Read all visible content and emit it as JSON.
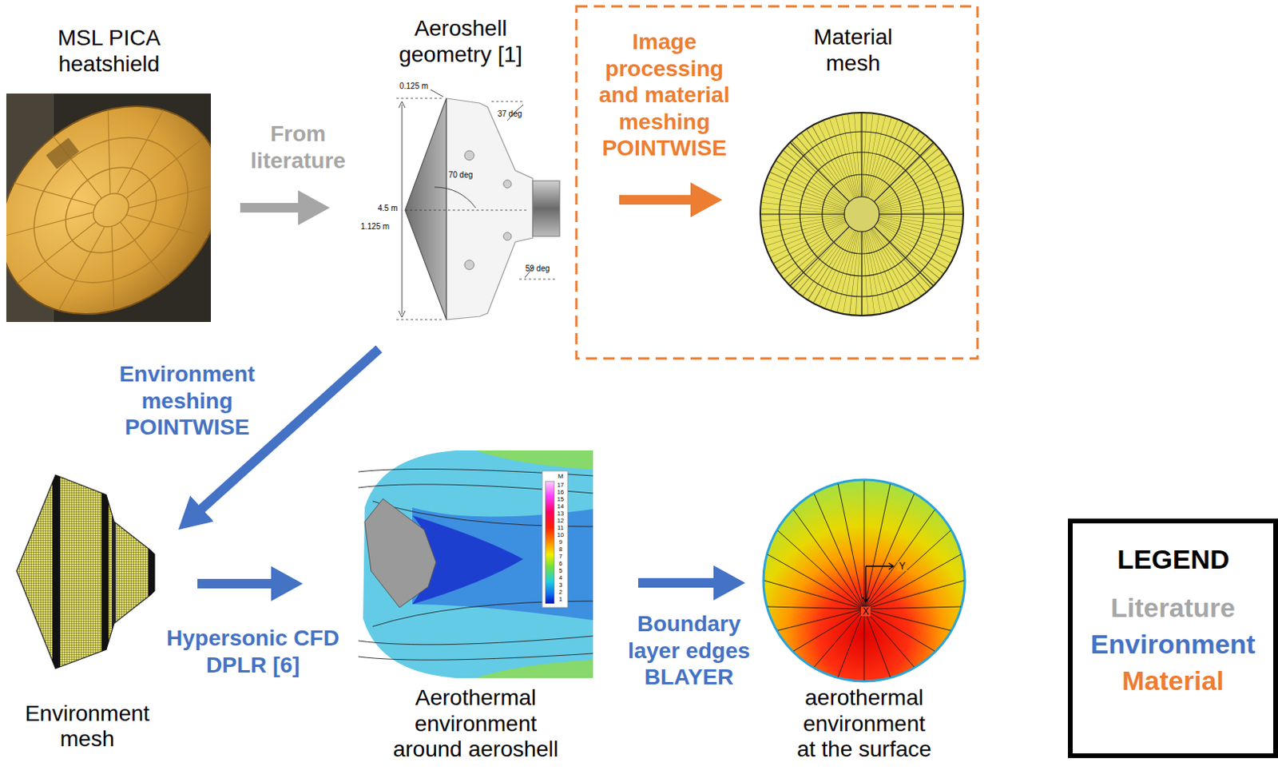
{
  "diagram": {
    "nodes": [
      {
        "text": [
          "MSL PICA heatshield"
        ]
      },
      {
        "text": [
          "Aeroshell geometry [1]"
        ]
      },
      {
        "text": [
          "Material mesh"
        ]
      },
      {
        "text": [
          "Environment mesh"
        ]
      },
      {
        "text": [
          "Aerothermal environment around aeroshell"
        ]
      },
      {
        "text": [
          "aerothermal environment at the surface"
        ]
      }
    ],
    "edges": [
      {
        "from": 0,
        "to": 1,
        "arrow": "to",
        "label": "From literature"
      },
      {
        "from": 1,
        "to": 2,
        "arrow": "to",
        "label": "Image processing and material meshing POINTWISE"
      },
      {
        "from": 1,
        "to": 3,
        "arrow": "to",
        "label": "Environment meshing POINTWISE"
      },
      {
        "from": 3,
        "to": 4,
        "arrow": "to",
        "label": "Hypersonic CFD DPLR [6]"
      },
      {
        "from": 4,
        "to": 5,
        "arrow": "to",
        "label": "Boundary layer edges BLAYER"
      }
    ],
    "labels": [
      "0.125 m",
      "37 deg",
      "70 deg",
      "4.5 m",
      "1.125 m",
      "59 deg",
      "M",
      "17",
      "16",
      "15",
      "14",
      "13",
      "12",
      "11",
      "10",
      "9",
      "8",
      "7",
      "6",
      "5",
      "4",
      "3",
      "2",
      "1",
      "Y",
      "X",
      "LEGEND"
    ],
    "legend": [
      {
        "text": "Literature",
        "color": "#a6a6a6"
      },
      {
        "text": "Environment",
        "color": "#4472c4"
      },
      {
        "text": "Material",
        "color": "#ed7d31"
      }
    ]
  }
}
